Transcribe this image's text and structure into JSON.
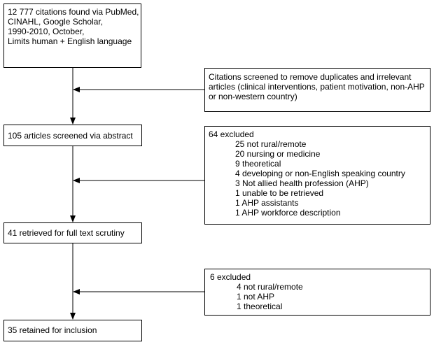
{
  "boxes": {
    "initial_search": {
      "lines": [
        "12 777 citations found via PubMed,",
        "CINAHL, Google Scholar,",
        "1990-2010, October,",
        "Limits human + English language"
      ]
    },
    "screen_duplicates": {
      "lines": [
        "Citations screened to remove duplicates and irrelevant",
        "articles (clinical interventions, patient motivation, non-AHP",
        "or non-western country)"
      ]
    },
    "abstract_screen": {
      "text": "105 articles screened via abstract"
    },
    "excluded_abstract": {
      "title": "64 excluded",
      "items": [
        "25 not rural/remote",
        "20 nursing or medicine",
        "9 theoretical",
        "4 developing or non-English speaking country",
        "3 Not allied health profession (AHP)",
        "1 unable to be retrieved",
        "1 AHP assistants",
        "1 AHP workforce description"
      ]
    },
    "full_text": {
      "text": "41 retrieved for full text scrutiny"
    },
    "excluded_full_text": {
      "title": "6 excluded",
      "items": [
        "4 not rural/remote",
        "1 not AHP",
        "1 theoretical"
      ]
    },
    "retained": {
      "text": "35 retained for inclusion"
    }
  }
}
